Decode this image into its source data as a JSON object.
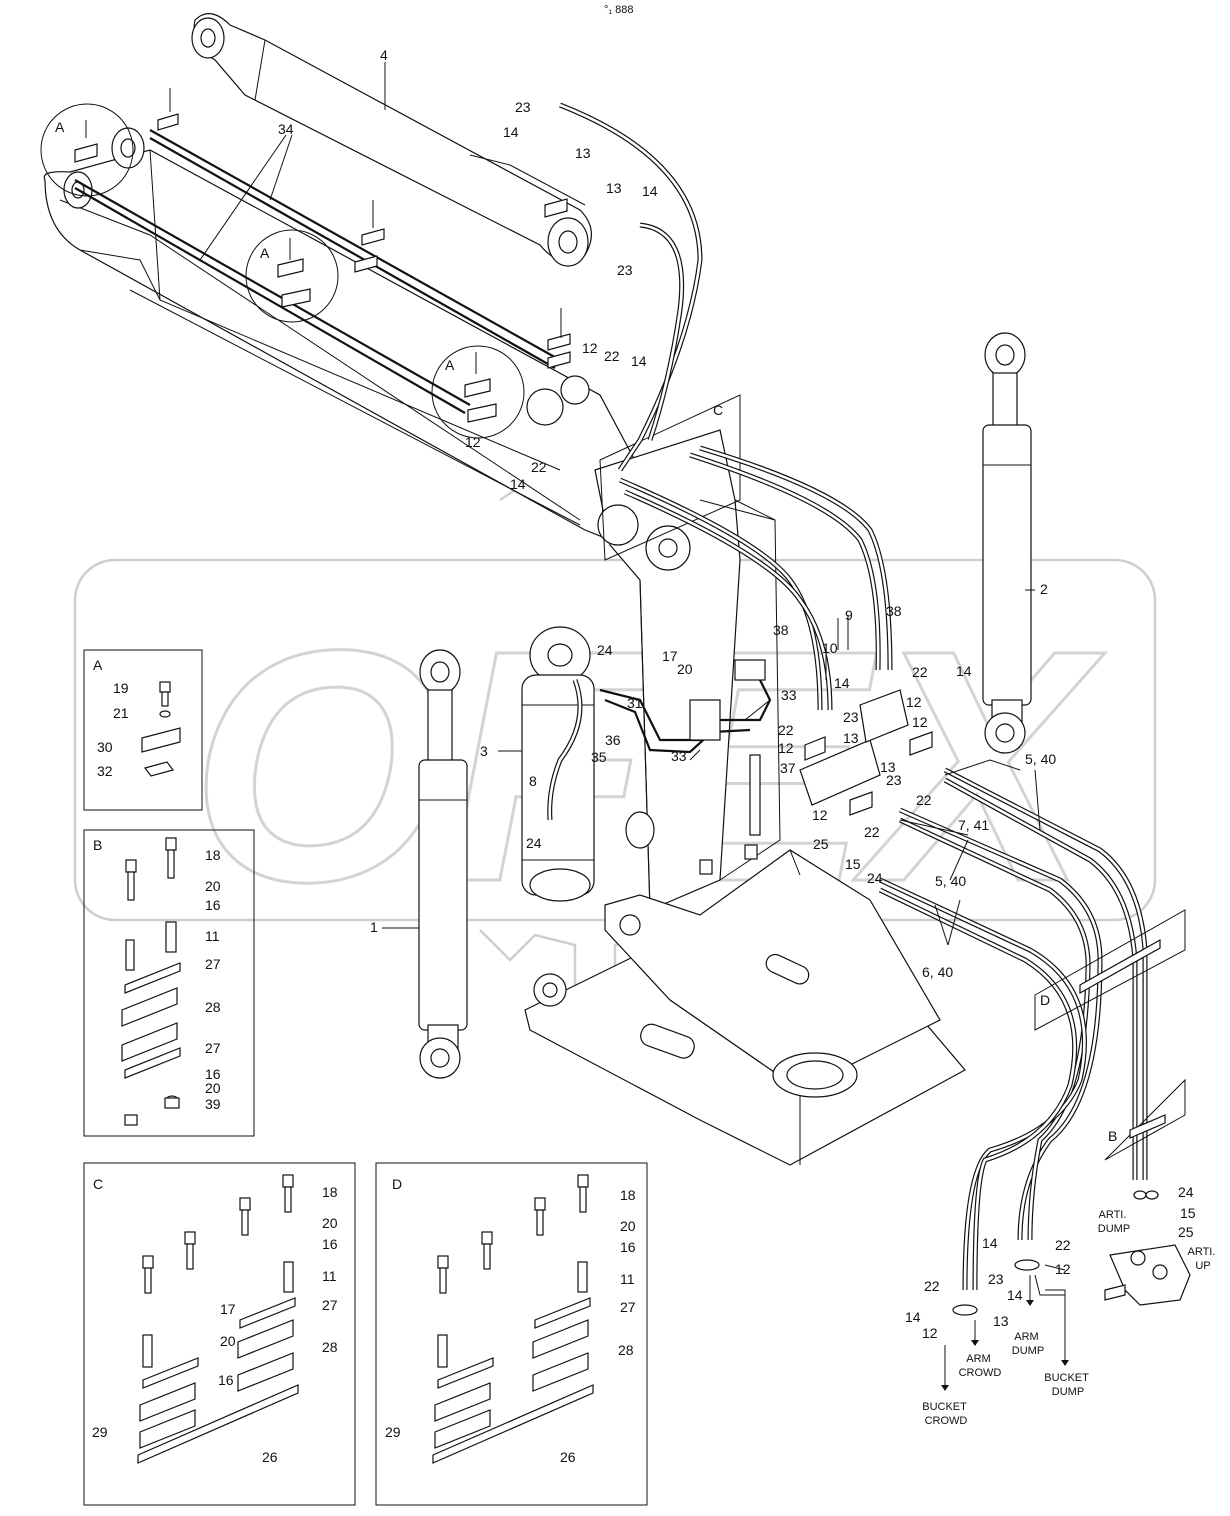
{
  "header_mark": "°₁ 888",
  "watermark": "OFEX",
  "detail_boxes": {
    "A": {
      "title": "A",
      "labels": [
        "19",
        "21",
        "30",
        "32"
      ]
    },
    "B": {
      "title": "B",
      "labels": [
        "18",
        "20",
        "16",
        "11",
        "27",
        "28",
        "27",
        "16",
        "20",
        "39"
      ]
    },
    "C": {
      "title": "C",
      "labels": [
        "18",
        "20",
        "16",
        "11",
        "27",
        "28",
        "17",
        "20",
        "16",
        "29",
        "26"
      ]
    },
    "D": {
      "title": "D",
      "labels": [
        "18",
        "20",
        "16",
        "11",
        "27",
        "28",
        "29",
        "26"
      ]
    }
  },
  "callouts": {
    "A_mark": "A",
    "C_mark": "C",
    "D_mark": "D",
    "B_mark": "B",
    "n1": "1",
    "n2": "2",
    "n3": "3",
    "n4": "4",
    "n8": "8",
    "n9": "9",
    "n10": "10",
    "n12": "12",
    "n13": "13",
    "n14": "14",
    "n15": "15",
    "n17": "17",
    "n20": "20",
    "n22": "22",
    "n23": "23",
    "n24": "24",
    "n25": "25",
    "n31": "31",
    "n33": "33",
    "n34": "34",
    "n35": "35",
    "n36": "36",
    "n37": "37",
    "n38": "38",
    "n5_40": "5, 40",
    "n6_40": "6, 40",
    "n7_41": "7, 41"
  },
  "flow_labels": {
    "arm_crowd": "ARM\nCROWD",
    "arm_dump": "ARM\nDUMP",
    "bucket_dump": "BUCKET\nDUMP",
    "bucket_crowd": "BUCKET\nCROWD",
    "arti_dump": "ARTI.\nDUMP",
    "arti_up": "ARTI.\nUP"
  }
}
